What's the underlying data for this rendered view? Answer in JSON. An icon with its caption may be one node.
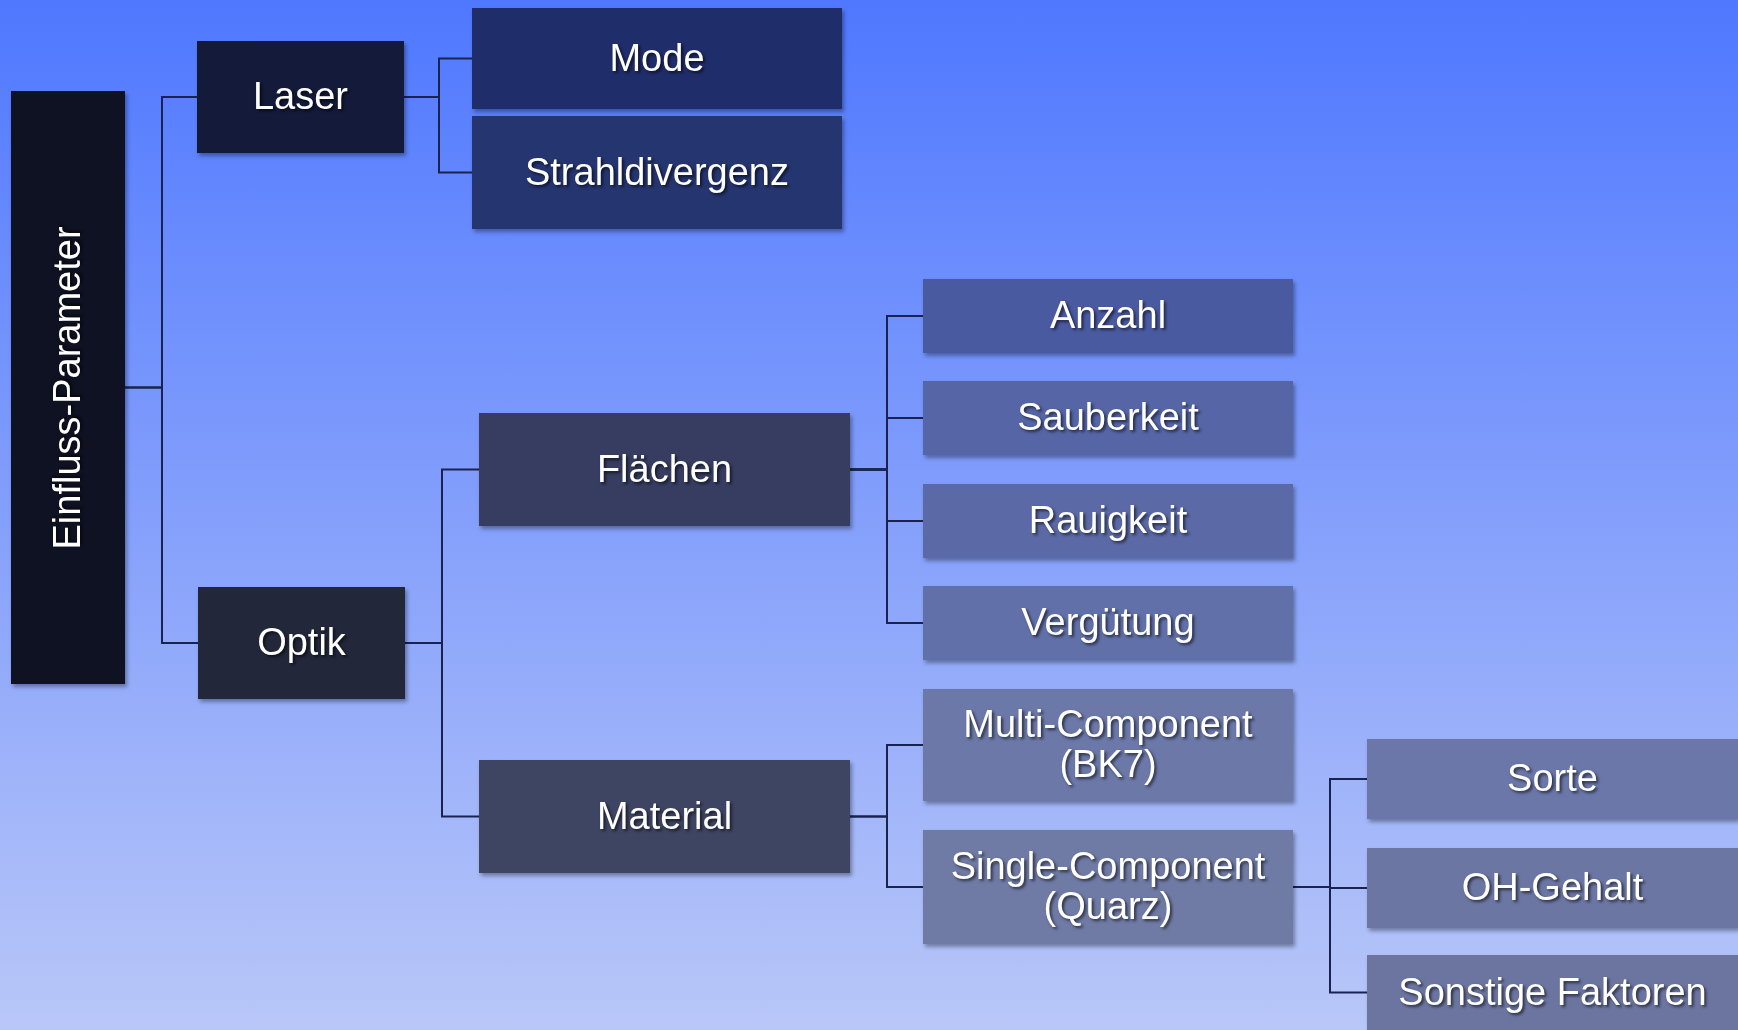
{
  "diagram": {
    "nodes": [
      {
        "text": [
          "Einfluss-Parameter"
        ]
      },
      {
        "text": [
          "Laser"
        ]
      },
      {
        "text": [
          "Mode"
        ]
      },
      {
        "text": [
          "Strahldivergenz"
        ]
      },
      {
        "text": [
          "Optik"
        ]
      },
      {
        "text": [
          "Flächen"
        ]
      },
      {
        "text": [
          "Anzahl"
        ]
      },
      {
        "text": [
          "Sauberkeit"
        ]
      },
      {
        "text": [
          "Rauigkeit"
        ]
      },
      {
        "text": [
          "Vergütung"
        ]
      },
      {
        "text": [
          "Material"
        ]
      },
      {
        "text": [
          "Multi-Component (BK7)"
        ]
      },
      {
        "text": [
          "Single-Component (Quarz)"
        ]
      },
      {
        "text": [
          "Sorte"
        ]
      },
      {
        "text": [
          "OH-Gehalt"
        ]
      },
      {
        "text": [
          "Sonstige Faktoren"
        ]
      }
    ],
    "edges": [
      {
        "from": 0,
        "to": 1,
        "arrow": "none"
      },
      {
        "from": 0,
        "to": 4,
        "arrow": "none"
      },
      {
        "from": 1,
        "to": 2,
        "arrow": "none"
      },
      {
        "from": 1,
        "to": 3,
        "arrow": "none"
      },
      {
        "from": 4,
        "to": 5,
        "arrow": "none"
      },
      {
        "from": 4,
        "to": 10,
        "arrow": "none"
      },
      {
        "from": 5,
        "to": 6,
        "arrow": "none"
      },
      {
        "from": 5,
        "to": 7,
        "arrow": "none"
      },
      {
        "from": 5,
        "to": 8,
        "arrow": "none"
      },
      {
        "from": 5,
        "to": 9,
        "arrow": "none"
      },
      {
        "from": 10,
        "to": 11,
        "arrow": "none"
      },
      {
        "from": 10,
        "to": 12,
        "arrow": "none"
      },
      {
        "from": 12,
        "to": 13,
        "arrow": "none"
      },
      {
        "from": 12,
        "to": 14,
        "arrow": "none"
      },
      {
        "from": 12,
        "to": 15,
        "arrow": "none"
      }
    ]
  }
}
